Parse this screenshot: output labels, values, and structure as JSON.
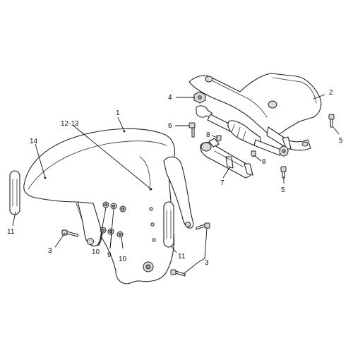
{
  "callouts": {
    "c1": "1",
    "c2": "2",
    "c3a": "3",
    "c3b": "3",
    "c4": "4",
    "c5a": "5",
    "c5b": "5",
    "c6": "6",
    "c7": "7",
    "c8a": "8",
    "c8b": "8",
    "c9": "9",
    "c10a": "10",
    "c10b": "10",
    "c11a": "11",
    "c11b": "11",
    "c12_13": "12-13",
    "c14": "14"
  }
}
